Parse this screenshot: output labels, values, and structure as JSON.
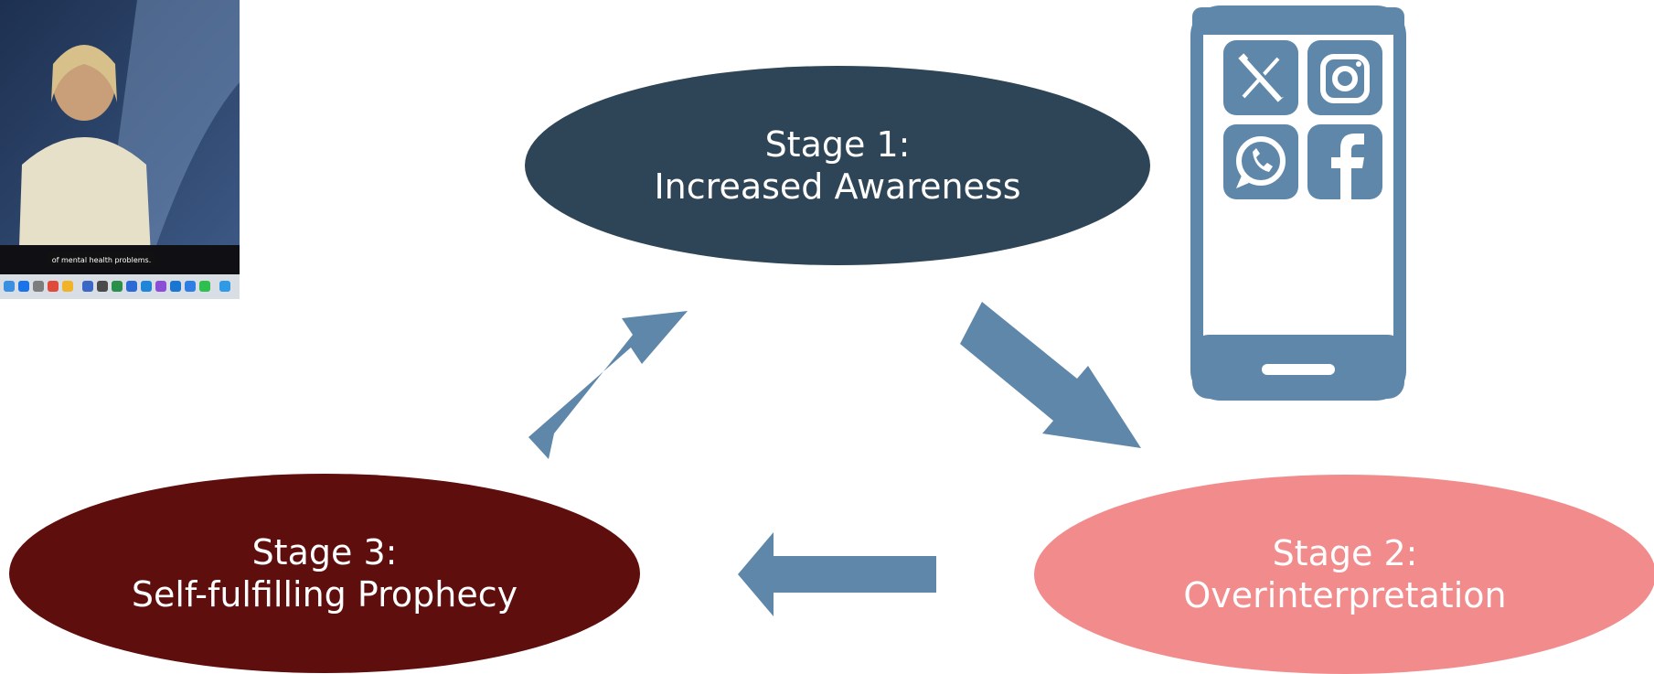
{
  "colors": {
    "stage1_fill": "#2e4557",
    "stage2_fill": "#f28b8c",
    "stage3_fill": "#5e0e0d",
    "arrow_fill": "#5e87aa",
    "phone_fill": "#5e87aa",
    "thumbnail_caption_bg": "#111111"
  },
  "stages": [
    {
      "heading": "Stage 1:",
      "name": "Increased Awareness"
    },
    {
      "heading": "Stage 2:",
      "name": "Overinterpretation"
    },
    {
      "heading": "Stage 3:",
      "name": "Self-fulfilling Prophecy"
    }
  ],
  "phone": {
    "app_icons": [
      "x-icon",
      "instagram-icon",
      "whatsapp-icon",
      "facebook-icon"
    ]
  },
  "thumbnail": {
    "caption": "of mental health problems."
  },
  "cycle": [
    "Stage 1",
    "Stage 2",
    "Stage 3",
    "Stage 1"
  ]
}
